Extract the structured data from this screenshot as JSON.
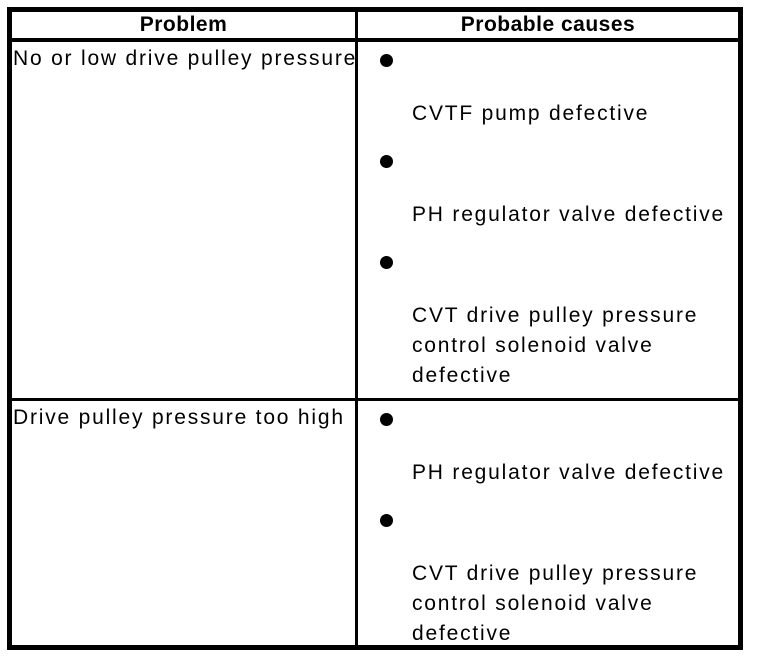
{
  "table": {
    "headers": {
      "problem": "Problem",
      "causes": "Probable causes"
    },
    "rows": [
      {
        "problem": "No or low drive pulley pressure",
        "causes": [
          "CVTF pump defective",
          "PH regulator valve defective",
          "CVT drive pulley pressure control solenoid valve defective"
        ]
      },
      {
        "problem": "Drive pulley pressure too high",
        "causes": [
          "PH regulator valve defective",
          "CVT drive pulley pressure control solenoid valve defective"
        ]
      }
    ]
  },
  "icons": {
    "bullet": "filled-circle"
  },
  "colors": {
    "border": "#000000",
    "text": "#000000",
    "background": "#ffffff"
  }
}
